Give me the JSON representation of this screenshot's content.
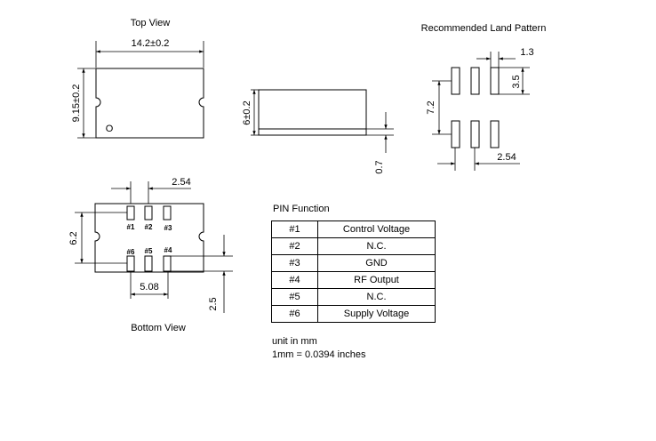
{
  "titles": {
    "top_view": "Top View",
    "bottom_view": "Bottom View",
    "land_pattern": "Recommended Land Pattern",
    "pin_function": "PIN Function"
  },
  "dimensions": {
    "top_width": "14.2±0.2",
    "top_height": "9.15±0.2",
    "side_height": "6±0.2",
    "side_foot": "0.7",
    "land_pad_width": "1.3",
    "land_pad_length": "3.5",
    "land_span": "7.2",
    "land_pitch": "2.54",
    "bottom_pitch": "2.54",
    "bottom_span": "6.2",
    "bottom_pin_span": "5.08",
    "bottom_pad_length": "2.5"
  },
  "pin1_marker": "O",
  "pins": {
    "p1": "#1",
    "p2": "#2",
    "p3": "#3",
    "p4": "#4",
    "p5": "#5",
    "p6": "#6"
  },
  "pin_table": [
    {
      "pin": "#1",
      "function": "Control Voltage"
    },
    {
      "pin": "#2",
      "function": "N.C."
    },
    {
      "pin": "#3",
      "function": "GND"
    },
    {
      "pin": "#4",
      "function": "RF Output"
    },
    {
      "pin": "#5",
      "function": "N.C."
    },
    {
      "pin": "#6",
      "function": "Supply Voltage"
    }
  ],
  "notes": {
    "unit": "unit in mm",
    "conversion": "1mm = 0.0394 inches"
  }
}
